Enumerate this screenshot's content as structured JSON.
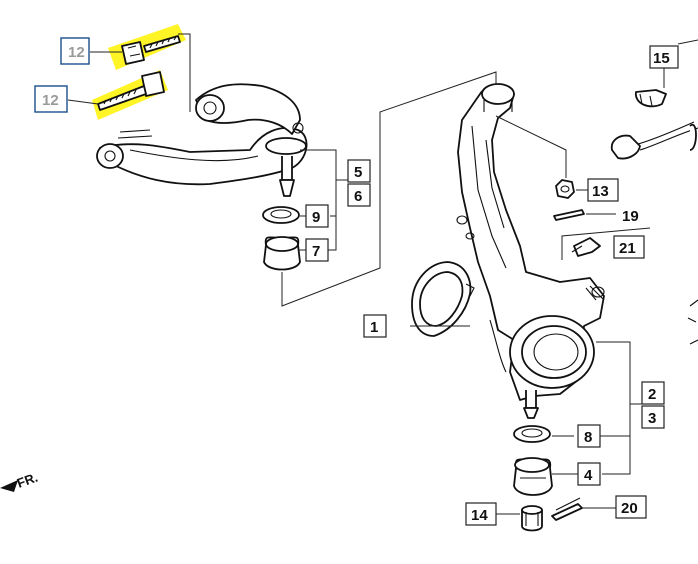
{
  "callouts": {
    "c1": "1",
    "c2": "2",
    "c3": "3",
    "c4": "4",
    "c5": "5",
    "c6": "6",
    "c7": "7",
    "c8": "8",
    "c9": "9",
    "c12a": "12",
    "c12b": "12",
    "c13": "13",
    "c14": "14",
    "c15": "15",
    "c19": "19",
    "c20": "20",
    "c21": "21"
  },
  "direction_label": "FR.",
  "colors": {
    "highlight": "#fff200",
    "callout_box_blue": "#1a4f8a",
    "ink": "#111111",
    "grey_number": "#9a9a9a"
  }
}
